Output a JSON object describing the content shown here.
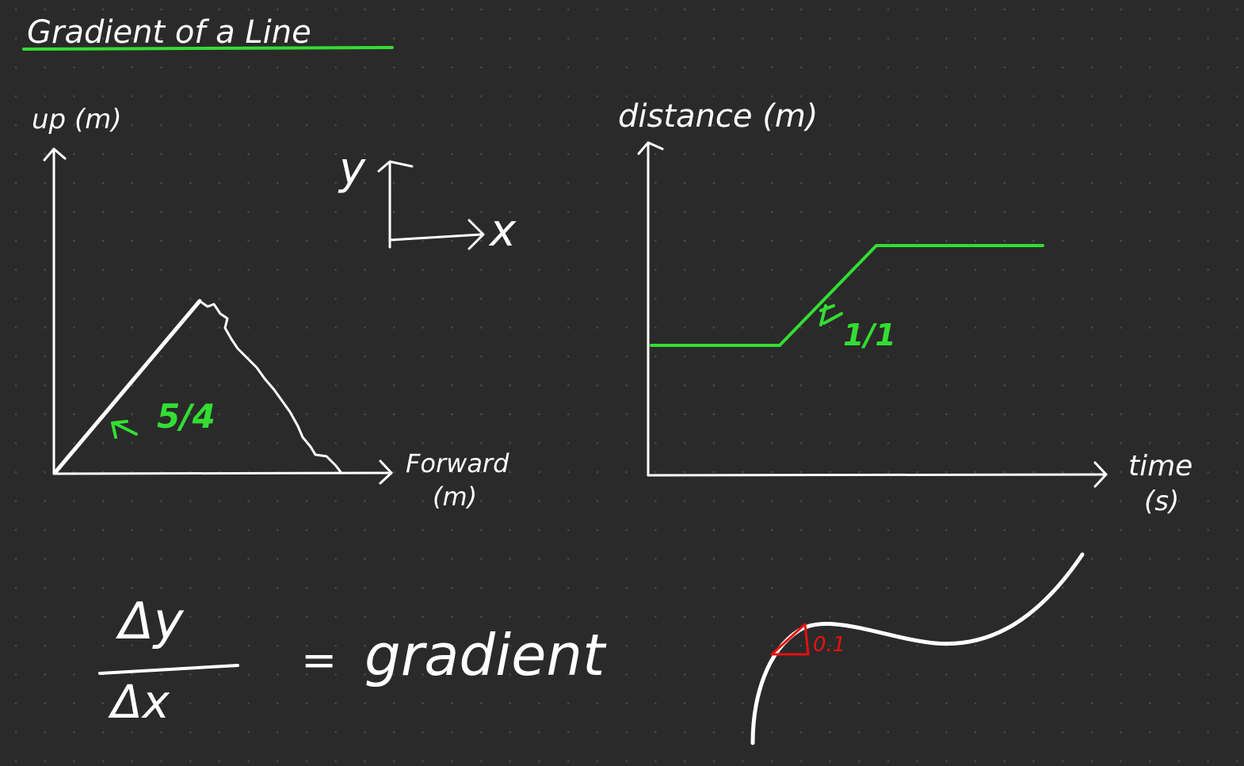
{
  "title": "Gradient of a Line",
  "colors": {
    "background": "#2a2a2a",
    "dots": "#4a4a4a",
    "ink_white": "#ffffff",
    "ink_green": "#33dd33",
    "ink_red": "#e81010"
  },
  "left_graph": {
    "y_label": "up (m)",
    "x_label_line1": "Forward",
    "x_label_line2": "(m)",
    "slope_label": "5/4"
  },
  "axes_key": {
    "y_letter": "y",
    "x_letter": "x"
  },
  "right_graph": {
    "y_label": "distance (m)",
    "x_label_line1": "time",
    "x_label_line2": "(s)",
    "slope_label": "1/1"
  },
  "formula": {
    "numerator": "Δy",
    "denominator": "Δx",
    "equals": "=",
    "result": "gradient"
  },
  "curve_sketch": {
    "tangent_annotation": "0.1"
  }
}
